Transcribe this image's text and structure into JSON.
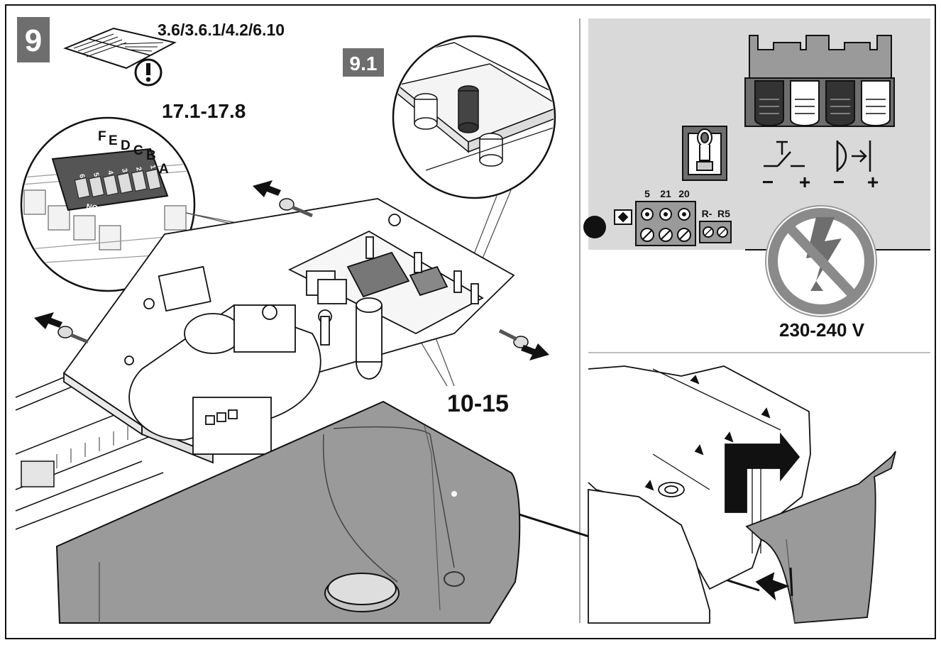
{
  "step": {
    "number": "9",
    "sub_step": "9.1"
  },
  "references": {
    "manual_sections": "3.6/3.6.1/4.2/6.10",
    "dip_switch_sections": "17.1-17.8",
    "electronics_sections": "10-15"
  },
  "dip_switch": {
    "letters": [
      "F",
      "E",
      "D",
      "C",
      "B",
      "A"
    ],
    "digits": [
      "6",
      "5",
      "4",
      "3",
      "2",
      "1"
    ],
    "on_label": "ON"
  },
  "terminal_block": {
    "terminals": [
      "5",
      "21",
      "20"
    ],
    "secondary_terminals": [
      "R-",
      "R5"
    ]
  },
  "connector_polarity": {
    "push_button": [
      "−",
      "+"
    ],
    "light_barrier": [
      "−",
      "+"
    ]
  },
  "warning": {
    "voltage": "230-240 V",
    "icon": "no-high-voltage-icon"
  },
  "colors": {
    "step_badge": "#6e6e6e",
    "panel_gray": "#d9d9d9",
    "housing_gray": "#9a9a9a",
    "ink": "#111111"
  }
}
